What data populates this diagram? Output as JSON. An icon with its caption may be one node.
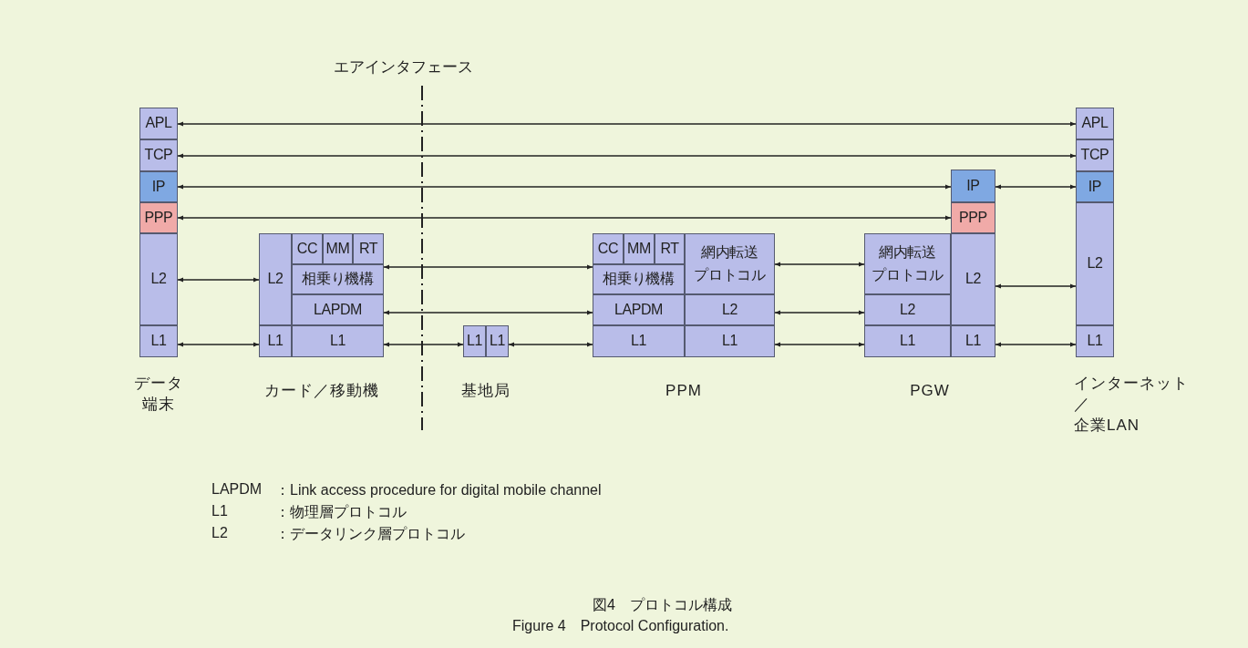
{
  "diagram": {
    "caption": "図4　プロトコル構成",
    "nodes": [
      {
        "text": [
          "データ端末"
        ]
      },
      {
        "text": [
          "APL"
        ],
        "in": 0
      },
      {
        "text": [
          "TCP"
        ],
        "in": 0
      },
      {
        "text": [
          "IP"
        ],
        "in": 0
      },
      {
        "text": [
          "PPP"
        ],
        "in": 0
      },
      {
        "text": [
          "L2"
        ],
        "in": 0
      },
      {
        "text": [
          "L1"
        ],
        "in": 0
      },
      {
        "text": [
          "カード／移動機"
        ]
      },
      {
        "text": [
          "L2"
        ],
        "in": 7
      },
      {
        "text": [
          "CC"
        ],
        "in": 7
      },
      {
        "text": [
          "MM"
        ],
        "in": 7
      },
      {
        "text": [
          "RT"
        ],
        "in": 7
      },
      {
        "text": [
          "相乗り機構"
        ],
        "in": 7
      },
      {
        "text": [
          "LAPDM"
        ],
        "in": 7
      },
      {
        "text": [
          "L1"
        ],
        "in": 7
      },
      {
        "text": [
          "L1"
        ],
        "in": 7
      },
      {
        "text": [
          "基地局"
        ]
      },
      {
        "text": [
          "L1"
        ],
        "in": 16
      },
      {
        "text": [
          "L1"
        ],
        "in": 16
      },
      {
        "text": [
          "PPM"
        ]
      },
      {
        "text": [
          "CC"
        ],
        "in": 19
      },
      {
        "text": [
          "MM"
        ],
        "in": 19
      },
      {
        "text": [
          "RT"
        ],
        "in": 19
      },
      {
        "text": [
          "網内転送プロトコル"
        ],
        "in": 19
      },
      {
        "text": [
          "相乗り機構"
        ],
        "in": 19
      },
      {
        "text": [
          "LAPDM"
        ],
        "in": 19
      },
      {
        "text": [
          "L2"
        ],
        "in": 19
      },
      {
        "text": [
          "L1"
        ],
        "in": 19
      },
      {
        "text": [
          "L1"
        ],
        "in": 19
      },
      {
        "text": [
          "PGW"
        ]
      },
      {
        "text": [
          "IP"
        ],
        "in": 29
      },
      {
        "text": [
          "PPP"
        ],
        "in": 29
      },
      {
        "text": [
          "網内転送プロトコル"
        ],
        "in": 29
      },
      {
        "text": [
          "L2"
        ],
        "in": 29
      },
      {
        "text": [
          "L2"
        ],
        "in": 29
      },
      {
        "text": [
          "L1"
        ],
        "in": 29
      },
      {
        "text": [
          "L1"
        ],
        "in": 29
      },
      {
        "text": [
          "インターネット／企業LAN"
        ]
      },
      {
        "text": [
          "APL"
        ],
        "in": 37
      },
      {
        "text": [
          "TCP"
        ],
        "in": 37
      },
      {
        "text": [
          "IP"
        ],
        "in": 37
      },
      {
        "text": [
          "L2"
        ],
        "in": 37
      },
      {
        "text": [
          "L1"
        ],
        "in": 37
      }
    ],
    "edges": [
      {
        "from": 1,
        "to": 38,
        "arrow": "both"
      },
      {
        "from": 2,
        "to": 39,
        "arrow": "both"
      },
      {
        "from": 3,
        "to": 30,
        "arrow": "both"
      },
      {
        "from": 30,
        "to": 40,
        "arrow": "both"
      },
      {
        "from": 4,
        "to": 31,
        "arrow": "both"
      },
      {
        "from": 5,
        "to": 8,
        "arrow": "both"
      },
      {
        "from": 6,
        "to": 14,
        "arrow": "both"
      },
      {
        "from": 12,
        "to": 24,
        "arrow": "both"
      },
      {
        "from": 13,
        "to": 25,
        "arrow": "both"
      },
      {
        "from": 15,
        "to": 17,
        "arrow": "both"
      },
      {
        "from": 18,
        "to": 27,
        "arrow": "both"
      },
      {
        "from": 23,
        "to": 32,
        "arrow": "both"
      },
      {
        "from": 26,
        "to": 34,
        "arrow": "both"
      },
      {
        "from": 28,
        "to": 35,
        "arrow": "both"
      },
      {
        "from": 33,
        "to": 41,
        "arrow": "both"
      },
      {
        "from": 36,
        "to": 42,
        "arrow": "both"
      }
    ],
    "labels": [
      "エアインタフェース",
      "LAPDM",
      "：Link access procedure for digital mobile channel",
      "L1",
      "：物理層プロトコル",
      "L2",
      "：データリンク層プロトコル",
      "Figure 4　Protocol Configuration."
    ]
  }
}
